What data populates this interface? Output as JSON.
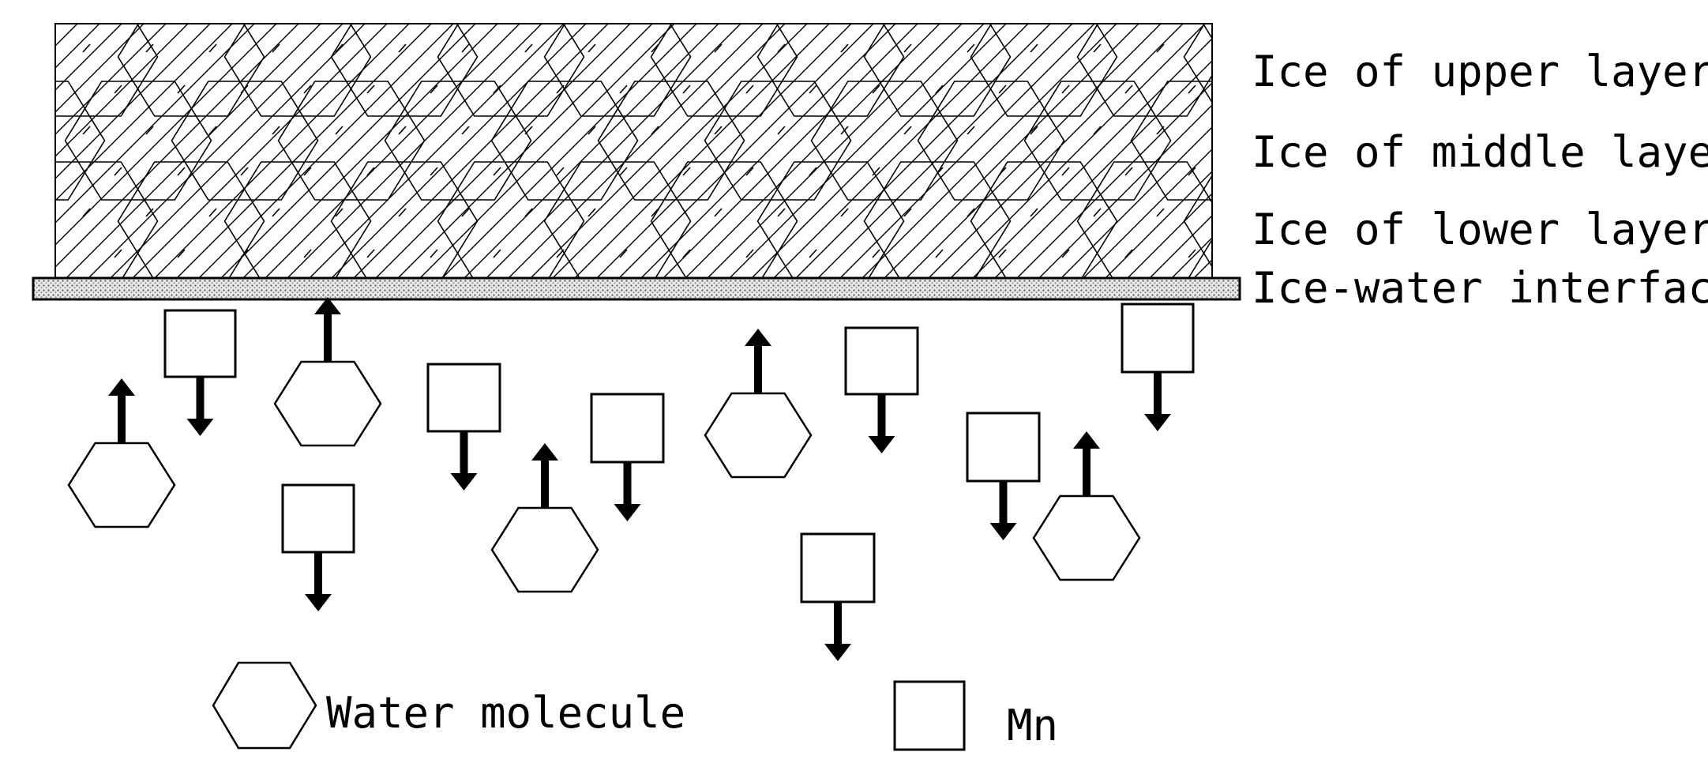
{
  "layers": {
    "upper": "Ice of upper layer",
    "middle": "Ice of middle layer",
    "lower": "Ice of lower layer",
    "interface": "Ice-water interface"
  },
  "legend": {
    "water": "Water molecule",
    "mn": "Mn"
  },
  "colors": {
    "stroke": "#000000",
    "background": "#ffffff",
    "interface_fill": "#cfcfcf"
  },
  "icons": {
    "water_molecule": "hexagon",
    "mn": "square",
    "movement_up": "arrow-up",
    "movement_down": "arrow-down"
  }
}
